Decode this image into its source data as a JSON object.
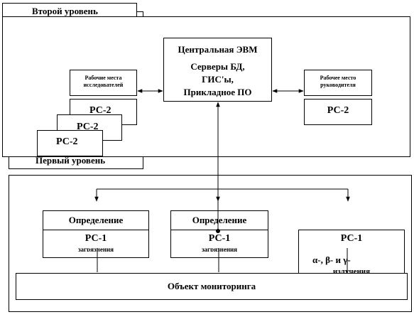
{
  "level2": {
    "label": "Второй уровень"
  },
  "level1": {
    "label": "Первый уровень"
  },
  "central": {
    "title": "Центральная ЭВМ",
    "line1": "Серверы БД,",
    "line2": "ГИС'ы,",
    "line3": "Прикладное ПО"
  },
  "researchers": {
    "line1": "Рабочие места",
    "line2": "исследователей"
  },
  "manager": {
    "line1": "Рабочее место",
    "line2": "руководителя"
  },
  "rc2": "РС-2",
  "rc1": "РС-1",
  "definition": "Определение",
  "hidden_label": "загрязнения",
  "radiation": {
    "prefix": "α-, β- и γ-",
    "suffix": "излучения"
  },
  "object": "Объект мониторинга"
}
